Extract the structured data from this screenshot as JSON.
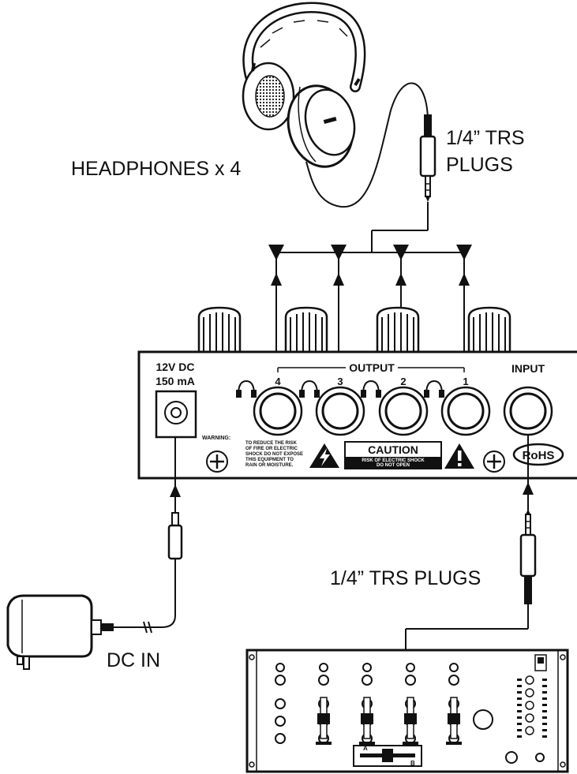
{
  "labels": {
    "headphones": "HEADPHONES x 4",
    "trs_top_line1": "1/4” TRS",
    "trs_top_line2": "PLUGS",
    "trs_bottom": "1/4” TRS PLUGS",
    "dc_in": "DC IN"
  },
  "panel": {
    "power_line1": "12V DC",
    "power_line2": "150 mA",
    "output_label": "OUTPUT",
    "input_label": "INPUT",
    "rohs": "RoHS",
    "warning_title": "WARNING:",
    "warning_text": [
      "TO REDUCE THE RISK",
      "OF FIRE OR ELECTRIC",
      "SHOCK DO NOT EXPOSE",
      "THIS EQUIPMENT TO",
      "RAIN OR MOISTURE."
    ],
    "caution_title": "CAUTION",
    "caution_line1": "RISK OF ELECTRIC SHOCK",
    "caution_line2": "DO NOT OPEN",
    "outputs": [
      {
        "number": "4"
      },
      {
        "number": "3"
      },
      {
        "number": "2"
      },
      {
        "number": "1"
      }
    ]
  },
  "mixer": {
    "crossfader_a": "A",
    "crossfader_b": "B"
  }
}
